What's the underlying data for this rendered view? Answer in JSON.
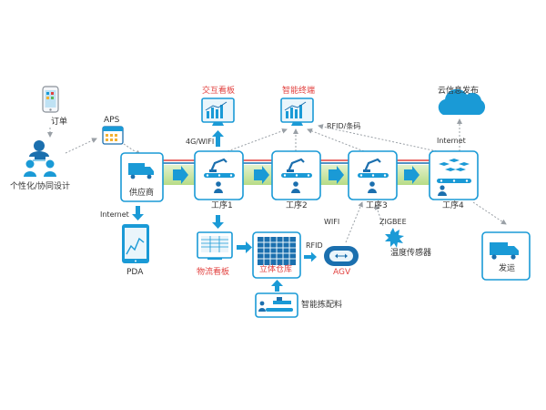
{
  "colors": {
    "blue": "#1a9ad6",
    "dark_blue": "#1b6fae",
    "light_blue_fill": "#eaf5fb",
    "green_band": "#c5e39a",
    "red_label": "#e2413f",
    "dashed": "#9aa0a6"
  },
  "labels": {
    "order": "订单",
    "custom_design": "个性化/协同设计",
    "aps": "APS",
    "supplier": "供应商",
    "internet_left": "Internet",
    "pda": "PDA",
    "interactive_board": "交互看板",
    "smart_terminal": "智能终端",
    "g4_wifi": "4G/WIFI",
    "rfid_barcode": "RFID/条码",
    "cloud_publish": "云信息发布",
    "internet_right": "Internet",
    "process1": "工序1",
    "process2": "工序2",
    "process3": "工序3",
    "process4": "工序4",
    "logistics_board": "物流看板",
    "warehouse": "立体仓库",
    "rfid": "RFID",
    "agv": "AGV",
    "wifi": "WIFI",
    "zigbee": "ZIGBEE",
    "temp_sensor": "温度传感器",
    "shipping": "发运",
    "smart_picking": "智能拣配料"
  },
  "icons": [
    "phone-icon",
    "user-group-icon",
    "calendar-icon",
    "truck-icon",
    "tablet-icon",
    "monitor-chart-icon",
    "robot-arm-icon",
    "conveyor-icon",
    "cloud-icon",
    "shelf-grid-icon",
    "agv-icon",
    "sensor-icon"
  ]
}
